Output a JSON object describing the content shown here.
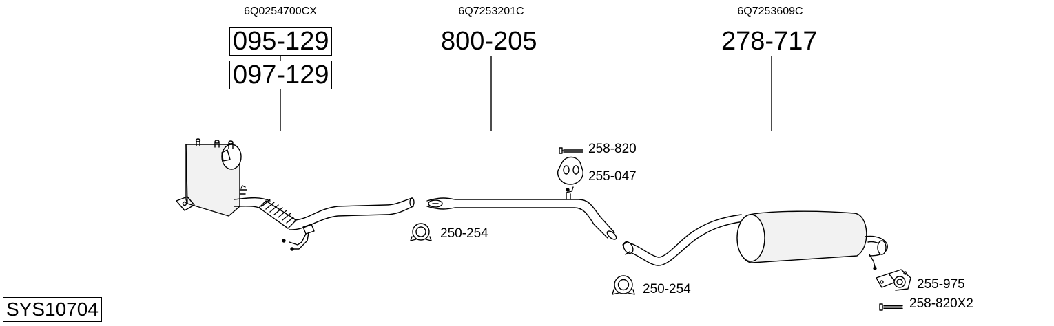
{
  "system": {
    "code": "SYS10704"
  },
  "groups": [
    {
      "oem": "6Q0254700CX",
      "parts": [
        "095-129",
        "097-129"
      ]
    },
    {
      "oem": "6Q7253201C",
      "parts": [
        "800-205"
      ]
    },
    {
      "oem": "6Q7253609C",
      "parts": [
        "278-717"
      ]
    }
  ],
  "callouts": {
    "clamp_front": "250-254",
    "bolt_middle": "258-820",
    "rubber_mount_middle": "255-047",
    "clamp_rear": "250-254",
    "rear_mount": "255-975",
    "rear_bolts": "258-820X2"
  }
}
